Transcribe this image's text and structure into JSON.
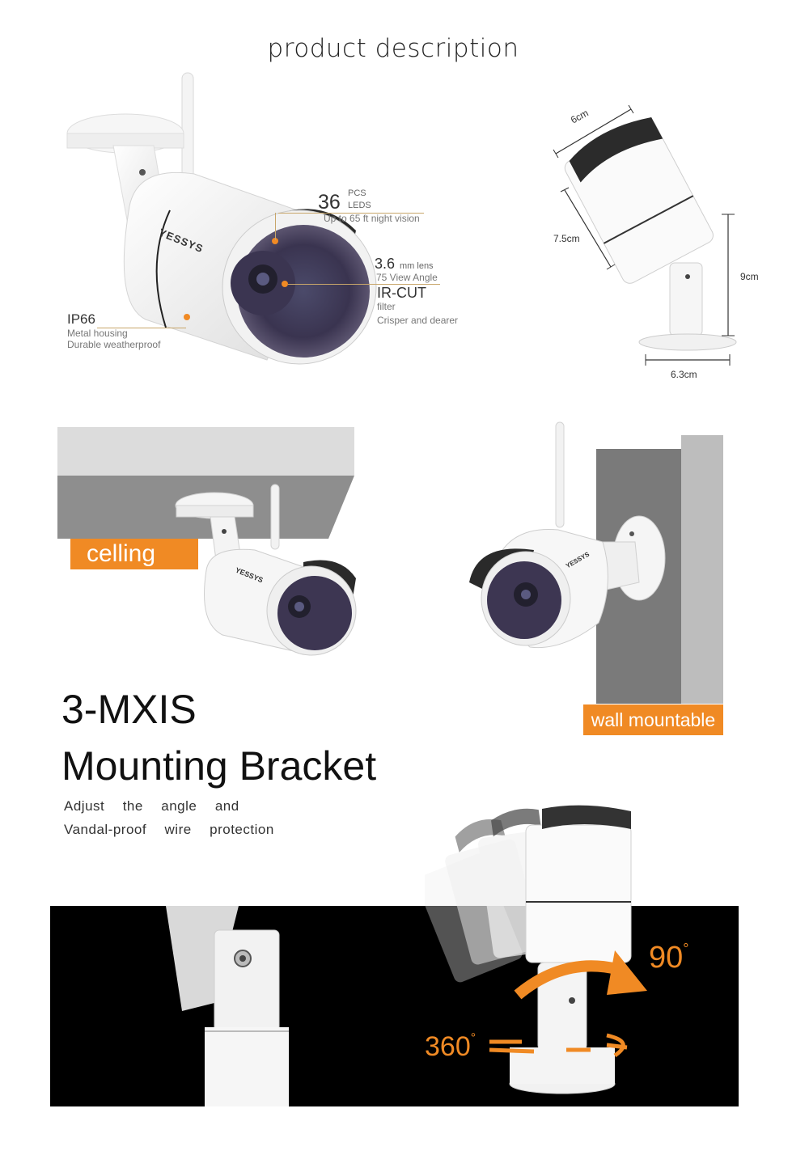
{
  "page_title": "product description",
  "callouts": {
    "leds": {
      "count": "36",
      "unit_top": "PCS",
      "unit_bottom": "LEDS",
      "detail": "Up to 65 ft night vision"
    },
    "lens": {
      "size": "3.6",
      "unit": "mm lens",
      "angle": "75 View Angle",
      "ircut_title": "IR-CUT",
      "ircut_line1": "filter",
      "ircut_line2": "Crisper and dearer"
    },
    "housing": {
      "title": "IP66",
      "line1": "Metal housing",
      "line2": "Durable weatherproof"
    }
  },
  "brand_logo": "YESSYS",
  "dimensions": {
    "width": "6cm",
    "depth": "7.5cm",
    "height": "9cm",
    "base": "6.3cm"
  },
  "mount_labels": {
    "ceiling": "celling",
    "wall": "wall mountable"
  },
  "headline": {
    "line1": "3-MXIS",
    "line2": "Mounting Bracket"
  },
  "subtext": {
    "line1": "Adjust  the  angle  and",
    "line2": "Vandal-proof  wire  protection"
  },
  "rotation": {
    "tilt": "90",
    "pan": "360",
    "degree_symbol": "°"
  },
  "colors": {
    "accent": "#f08a24",
    "band": "#000000",
    "ceiling_gray": "#8e8e8e",
    "wall_gray": "#7a7a7a"
  },
  "icons": [
    "camera-top-view-icon",
    "camera-dimension-icon",
    "camera-ceiling-icon",
    "camera-wall-icon",
    "bracket-closeup-icon",
    "camera-rotation-icon",
    "rotation-arrow-icon"
  ]
}
